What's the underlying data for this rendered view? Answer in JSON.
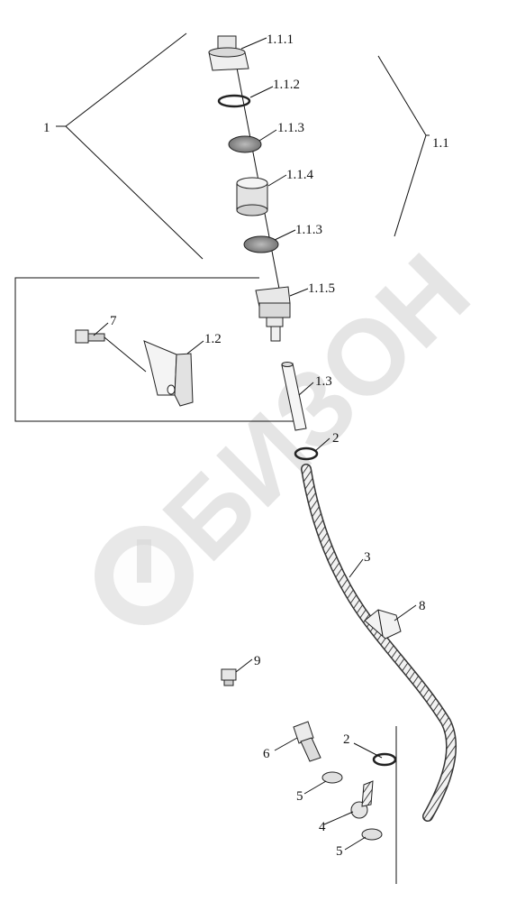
{
  "watermark": {
    "text": "БИЗОН"
  },
  "labels": {
    "group_1": "1",
    "group_1_1": "1.1",
    "cap_1_1_1": "1.1.1",
    "ring_1_1_2": "1.1.2",
    "filter_top_1_1_3": "1.1.3",
    "cylinder_1_1_4": "1.1.4",
    "filter_bottom_1_1_3": "1.1.3",
    "housing_1_1_5": "1.1.5",
    "bracket_1_2": "1.2",
    "tube_1_3": "1.3",
    "bolt_7": "7",
    "clamp_top_2": "2",
    "hose_3": "3",
    "clip_8": "8",
    "plug_9": "9",
    "bolt_6": "6",
    "clamp_bottom_2": "2",
    "washer_top_5": "5",
    "banjo_4": "4",
    "washer_bottom_5": "5"
  }
}
